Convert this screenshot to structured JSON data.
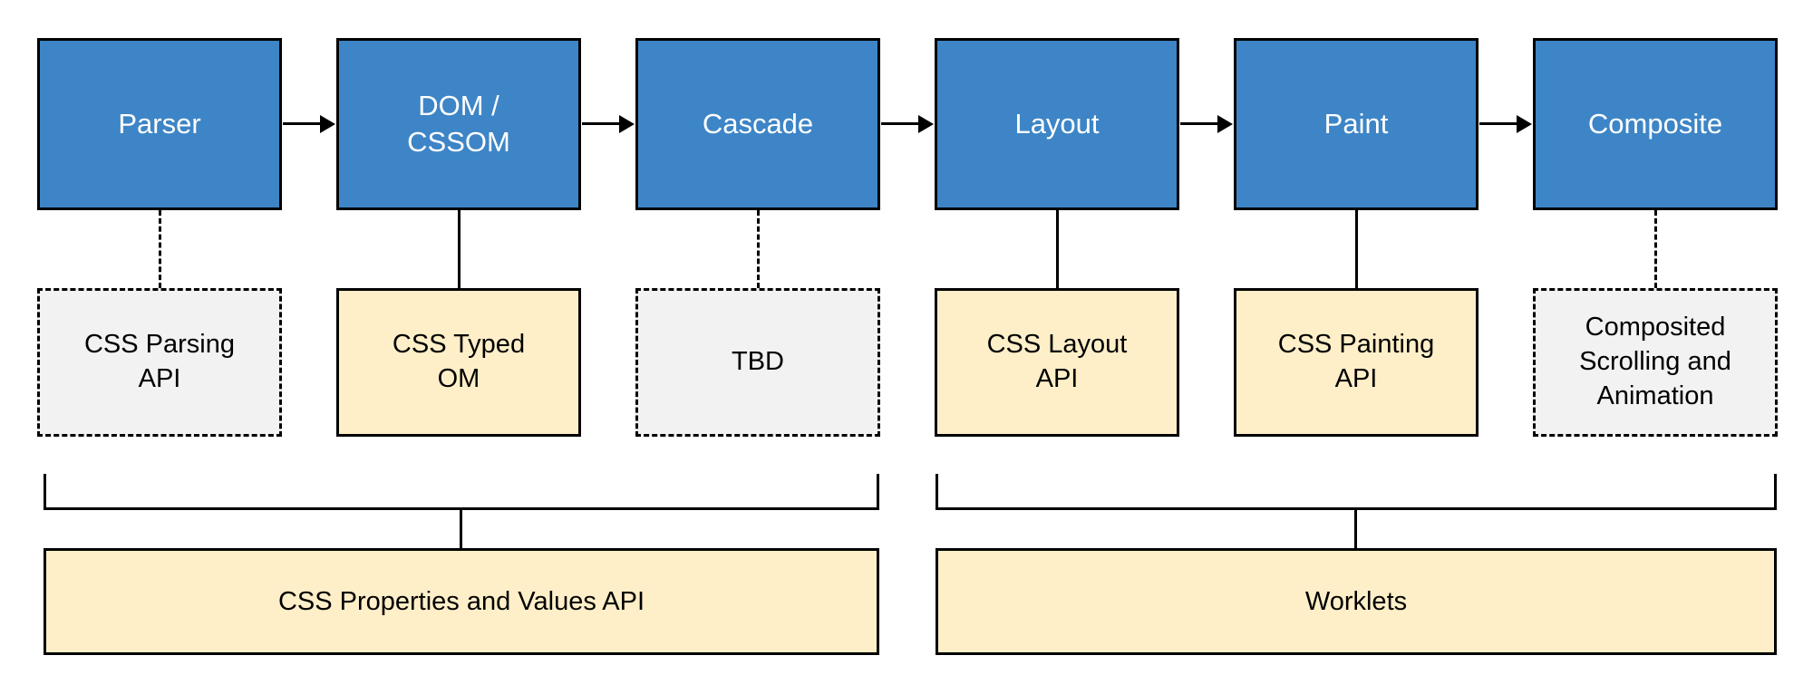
{
  "title": "CSS rendering pipeline and Houdini APIs diagram",
  "colors": {
    "stage_fill": "#3d85c6",
    "stage_text": "#ffffff",
    "solid_api_fill": "#ffefc8",
    "dashed_api_fill": "#f2f2f2",
    "border": "#000000"
  },
  "stages": [
    {
      "label": "Parser"
    },
    {
      "label": "DOM /\nCSSOM"
    },
    {
      "label": "Cascade"
    },
    {
      "label": "Layout"
    },
    {
      "label": "Paint"
    },
    {
      "label": "Composite"
    }
  ],
  "apis": [
    {
      "label": "CSS Parsing\nAPI",
      "style": "dashed"
    },
    {
      "label": "CSS Typed\nOM",
      "style": "solid"
    },
    {
      "label": "TBD",
      "style": "dashed"
    },
    {
      "label": "CSS Layout\nAPI",
      "style": "solid"
    },
    {
      "label": "CSS Painting\nAPI",
      "style": "solid"
    },
    {
      "label": "Composited\nScrolling and\nAnimation",
      "style": "dashed"
    }
  ],
  "groups": [
    {
      "label": "CSS Properties and Values API"
    },
    {
      "label": "Worklets"
    }
  ]
}
